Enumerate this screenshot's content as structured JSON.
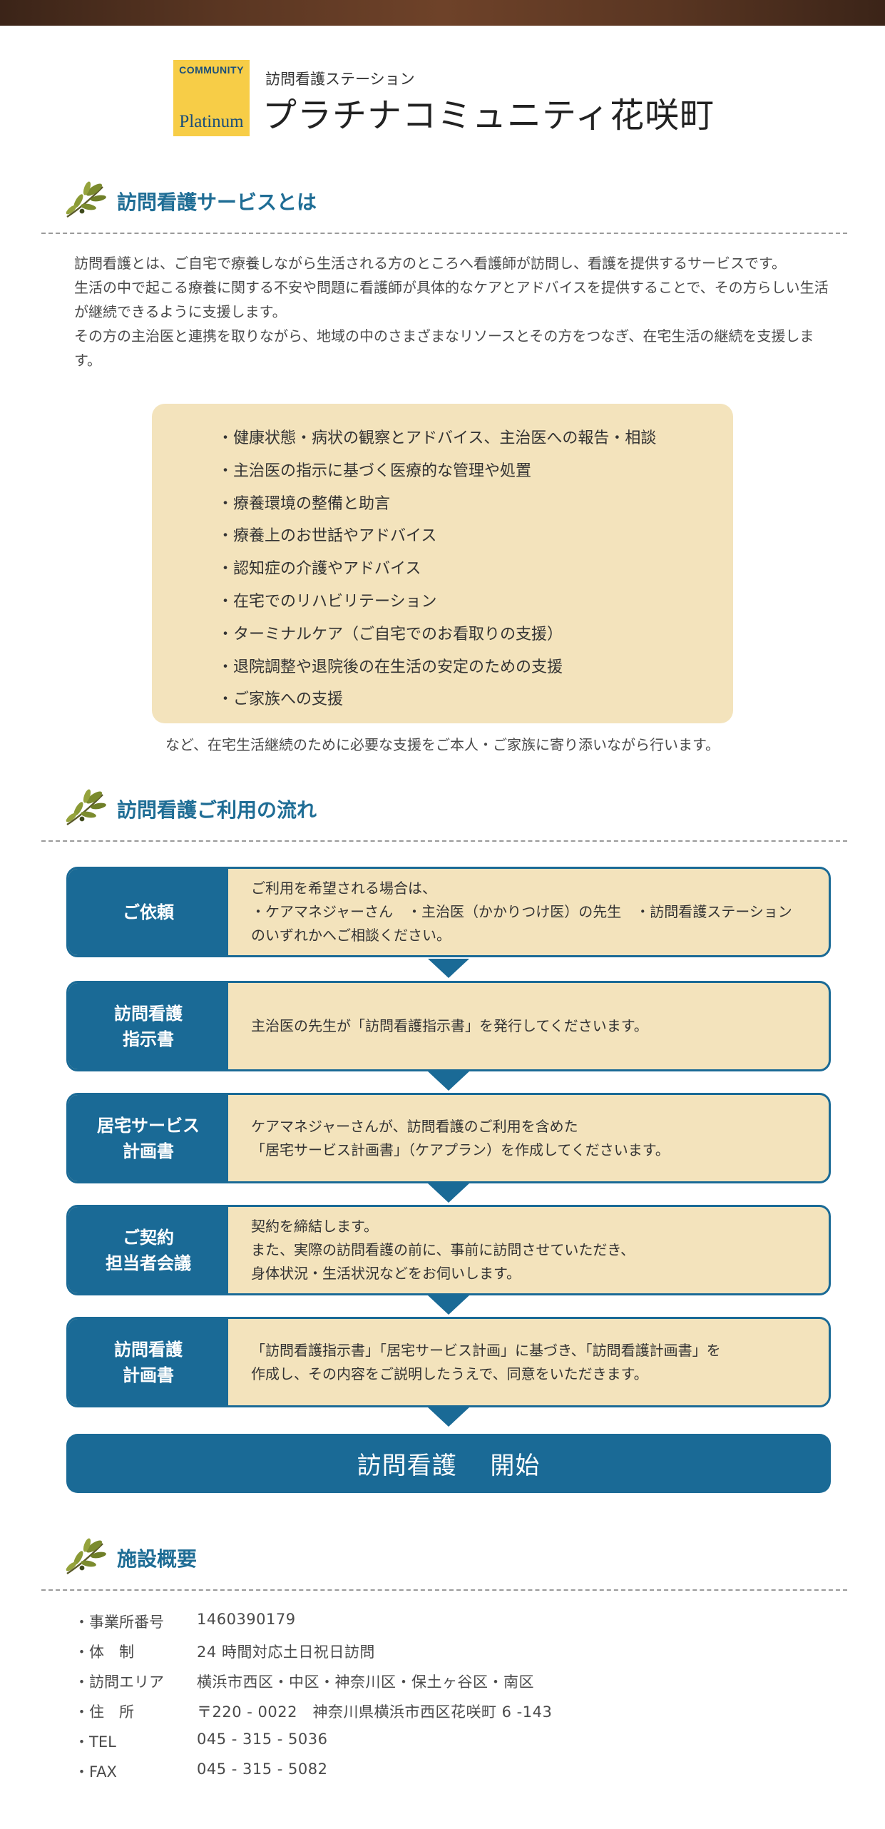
{
  "header": {
    "logo_top": "COMMUNITY",
    "logo_bottom": "Platinum",
    "subtitle": "訪問看護ステーション",
    "title": "プラチナコミュニティ花咲町"
  },
  "about": {
    "heading": "訪問看護サービスとは",
    "paragraphs": [
      "訪問看護とは、ご自宅で療養しながら生活される方のところへ看護師が訪問し、看護を提供するサービスです。",
      "生活の中で起こる療養に関する不安や問題に看護師が具体的なケアとアドバイスを提供することで、その方らしい生活が継続できるように支援します。",
      "その方の主治医と連携を取りながら、地域の中のさまざまなリソースとその方をつなぎ、在宅生活の継続を支援します。"
    ],
    "services": [
      "・健康状態・病状の観察とアドバイス、主治医への報告・相談",
      "・主治医の指示に基づく医療的な管理や処置",
      "・療養環境の整備と助言",
      "・療養上のお世話やアドバイス",
      "・認知症の介護やアドバイス",
      "・在宅でのリハビリテーション",
      "・ターミナルケア（ご自宅でのお看取りの支援）",
      "・退院調整や退院後の在生活の安定のための支援",
      "・ご家族への支援"
    ],
    "note": "など、在宅生活継続のために必要な支援をご本人・ご家族に寄り添いながら行います。"
  },
  "flow": {
    "heading": "訪問看護ご利用の流れ",
    "steps": [
      {
        "label": "ご依頼",
        "lines": [
          "ご利用を希望される場合は、",
          "・ケアマネジャーさん　・主治医（かかりつけ医）の先生　・訪問看護ステーション",
          "のいずれかへご相談ください。"
        ]
      },
      {
        "label": "訪問看護\n指示書",
        "lines": [
          "主治医の先生が「訪問看護指示書」を発行してくださいます。"
        ]
      },
      {
        "label": "居宅サービス\n計画書",
        "lines": [
          "ケアマネジャーさんが、訪問看護のご利用を含めた",
          "「居宅サービス計画書」（ケアプラン）を作成してくださいます。"
        ]
      },
      {
        "label": "ご契約\n担当者会議",
        "lines": [
          "契約を締結します。",
          "また、実際の訪問看護の前に、事前に訪問させていただき、",
          "身体状況・生活状況などをお伺いします。"
        ]
      },
      {
        "label": "訪問看護\n計画書",
        "lines": [
          "「訪問看護指示書」「居宅サービス計画」に基づき、「訪問看護計画書」を",
          "作成し、その内容をご説明したうえで、同意をいただきます。"
        ]
      }
    ],
    "start": "訪問看護　 開始"
  },
  "facility": {
    "heading": "施設概要",
    "rows": [
      {
        "key": "・事業所番号",
        "value": "1460390179"
      },
      {
        "key": "・体　制",
        "value": "24 時間対応土日祝日訪問"
      },
      {
        "key": "・訪問エリア",
        "value": "横浜市西区・中区・神奈川区・保土ヶ谷区・南区"
      },
      {
        "key": "・住　所",
        "value": "〒220 - 0022　神奈川県横浜市西区花咲町 6 -143"
      },
      {
        "key": "・TEL",
        "value": "045 - 315 - 5036"
      },
      {
        "key": "・FAX",
        "value": "045 - 315 - 5082"
      }
    ]
  },
  "colors": {
    "accent": "#1a6a96",
    "heading": "#1f6d95",
    "cream": "#f3e3bc",
    "logo": "#f7cd47"
  }
}
